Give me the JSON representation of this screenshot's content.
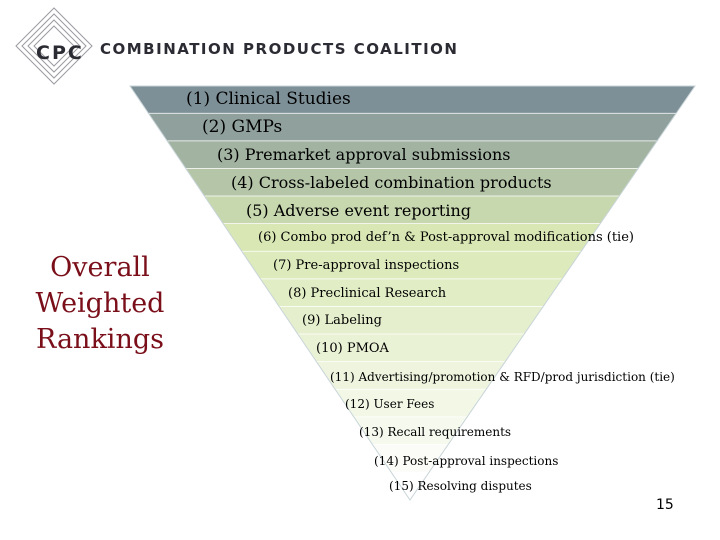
{
  "header": {
    "logo_abbr": "CPC",
    "logo_name": "COMBINATION PRODUCTS COALITION"
  },
  "side_title": {
    "line1": "Overall",
    "line2": "Weighted",
    "line3": "Rankings"
  },
  "rankings": [
    "(1) Clinical Studies",
    "(2) GMPs",
    "(3) Premarket approval submissions",
    "(4) Cross-labeled combination products",
    "(5) Adverse event reporting",
    "(6) Combo prod def’n & Post-approval modifications (tie)",
    "(7) Pre-approval inspections",
    "(8) Preclinical Research",
    "(9) Labeling",
    "(10) PMOA",
    "(11) Advertising/promotion & RFD/prod jurisdiction (tie)",
    "(12) User Fees",
    "(13) Recall requirements",
    "(14) Post-approval inspections",
    "(15) Resolving disputes"
  ],
  "page_number": "15",
  "colors": {
    "title": "#7a0f1a",
    "band_top": "#7d8f97",
    "band_mid": "#d8e7b3",
    "band_bottom": "#ffffff"
  }
}
